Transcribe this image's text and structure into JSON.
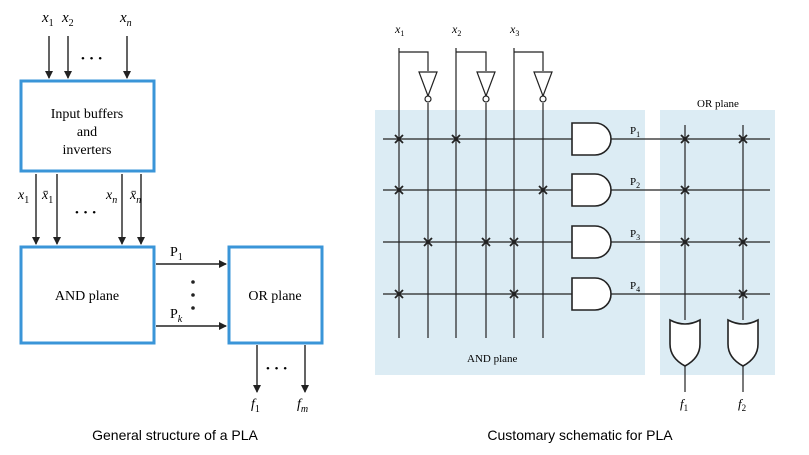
{
  "left_diagram": {
    "top_inputs": {
      "x1": "x",
      "x1_sub": "1",
      "x2": "x",
      "x2_sub": "2",
      "xn": "x",
      "xn_sub": "n",
      "dots": "• • •"
    },
    "input_block": {
      "line1": "Input buffers",
      "line2": "and",
      "line3": "inverters"
    },
    "mid_signals": {
      "a": "x",
      "a_sub": "1",
      "b": "x̄",
      "b_sub": "1",
      "c": "x",
      "c_sub": "n",
      "d": "x̄",
      "d_sub": "n",
      "dots": "• • •"
    },
    "and_block": {
      "label": "AND plane"
    },
    "or_block": {
      "label": "OR plane"
    },
    "product_terms": {
      "p1": "P",
      "p1_sub": "1",
      "pk": "P",
      "pk_sub": "k"
    },
    "outputs": {
      "f1": "f",
      "f1_sub": "1",
      "fm": "f",
      "fm_sub": "m",
      "dots": "• • •"
    },
    "caption": "General structure of a PLA"
  },
  "right_diagram": {
    "inputs": [
      {
        "name": "x",
        "sub": "1"
      },
      {
        "name": "x",
        "sub": "2"
      },
      {
        "name": "x",
        "sub": "3"
      }
    ],
    "product_terms": [
      {
        "name": "P",
        "sub": "1"
      },
      {
        "name": "P",
        "sub": "2"
      },
      {
        "name": "P",
        "sub": "3"
      },
      {
        "name": "P",
        "sub": "4"
      }
    ],
    "and_plane_label": "AND plane",
    "or_plane_label": "OR plane",
    "outputs": [
      {
        "name": "f",
        "sub": "1"
      },
      {
        "name": "f",
        "sub": "2"
      }
    ],
    "caption": "Customary schematic for PLA"
  },
  "colors": {
    "block_border": "#3a95d8",
    "plane_shade": "#dcecf4",
    "wire": "#222222"
  }
}
